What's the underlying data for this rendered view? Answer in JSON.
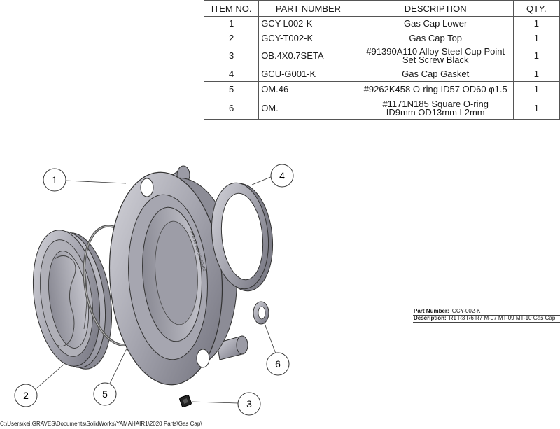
{
  "bom": {
    "headers": {
      "item": "ITEM NO.",
      "part": "PART NUMBER",
      "desc": "DESCRIPTION",
      "qty": "QTY."
    },
    "rows": [
      {
        "item": "1",
        "part": "GCY-L002-K",
        "desc": [
          "Gas Cap Lower"
        ],
        "qty": "1"
      },
      {
        "item": "2",
        "part": "GCY-T002-K",
        "desc": [
          "Gas Cap Top"
        ],
        "qty": "1"
      },
      {
        "item": "3",
        "part": "OB.4X0.7SETA",
        "desc": [
          "#91390A110 Alloy Steel Cup Point",
          "Set Screw Black"
        ],
        "qty": "1"
      },
      {
        "item": "4",
        "part": "GCU-G001-K",
        "desc": [
          "Gas Cap Gasket"
        ],
        "qty": "1"
      },
      {
        "item": "5",
        "part": "OM.46",
        "desc": [
          "#9262K458 O-ring ID57 OD60 φ1.5"
        ],
        "qty": "1"
      },
      {
        "item": "6",
        "part": "OM.",
        "desc": [
          "#1171N185 Square O-ring",
          "ID9mm OD13mm L2mm"
        ],
        "qty": "1"
      }
    ]
  },
  "title_block": {
    "part_number_label": "Part Number:",
    "part_number": "GCY-002-K",
    "description_label": "Description:",
    "description": "R1 R3 R6 R7 M-07 MT-09 MT-10 Gas Cap"
  },
  "file_path": "C:\\Users\\kei.GRAVES\\Documents\\SolidWorks\\YAMAHAIR1\\2020 Parts\\Gas Cap\\",
  "balloons": [
    "1",
    "2",
    "3",
    "4",
    "5",
    "6"
  ],
  "engraving": {
    "brand": "GRAVES MOTORSPORTS"
  }
}
